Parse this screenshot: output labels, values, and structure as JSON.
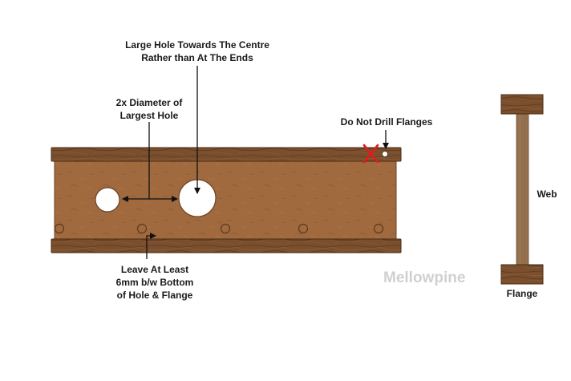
{
  "labels": {
    "large_hole": [
      "Large Hole Towards The Centre",
      "Rather than At The Ends"
    ],
    "diameter": [
      "2x Diameter of",
      "Largest Hole"
    ],
    "flanges": "Do Not Drill Flanges",
    "leave": [
      "Leave At Least",
      "6mm b/w Bottom",
      "of Hole & Flange"
    ],
    "web": "Web",
    "flange": "Flange"
  },
  "watermark": "Mellowpine",
  "colors": {
    "flange_wood": "#7a4f2e",
    "web_wood": "#a0693e",
    "section_web": "#94704e",
    "cross_mark": "#e01b1b",
    "hole_fill": "#ffffff"
  }
}
